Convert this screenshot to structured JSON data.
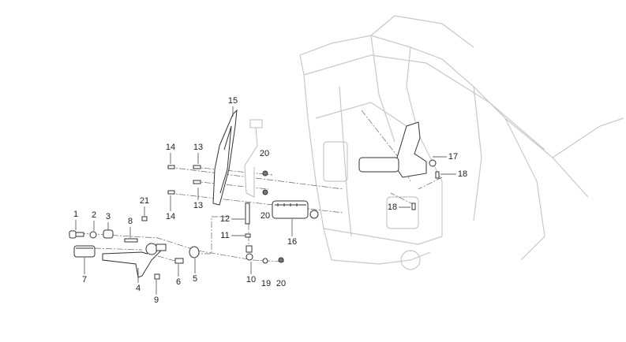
{
  "diagram": {
    "callouts": [
      {
        "id": "c1",
        "text": "1"
      },
      {
        "id": "c2",
        "text": "2"
      },
      {
        "id": "c3",
        "text": "3"
      },
      {
        "id": "c8",
        "text": "8"
      },
      {
        "id": "c21",
        "text": "21"
      },
      {
        "id": "c14a",
        "text": "14"
      },
      {
        "id": "c13a",
        "text": "13"
      },
      {
        "id": "c15",
        "text": "15"
      },
      {
        "id": "c20a",
        "text": "20"
      },
      {
        "id": "c13b",
        "text": "13"
      },
      {
        "id": "c14b",
        "text": "14"
      },
      {
        "id": "c20b",
        "text": "20"
      },
      {
        "id": "c12",
        "text": "12"
      },
      {
        "id": "c11",
        "text": "11"
      },
      {
        "id": "c16",
        "text": "16"
      },
      {
        "id": "c7",
        "text": "7"
      },
      {
        "id": "c4",
        "text": "4"
      },
      {
        "id": "c9",
        "text": "9"
      },
      {
        "id": "c6",
        "text": "6"
      },
      {
        "id": "c5",
        "text": "5"
      },
      {
        "id": "c10",
        "text": "10"
      },
      {
        "id": "c19",
        "text": "19"
      },
      {
        "id": "c20c",
        "text": "20"
      },
      {
        "id": "c17",
        "text": "17"
      },
      {
        "id": "c18a",
        "text": "18"
      },
      {
        "id": "c18b",
        "text": "18"
      }
    ],
    "colors": {
      "frame": "#c8c8c8",
      "part": "#333333",
      "leader": "#555555"
    }
  }
}
